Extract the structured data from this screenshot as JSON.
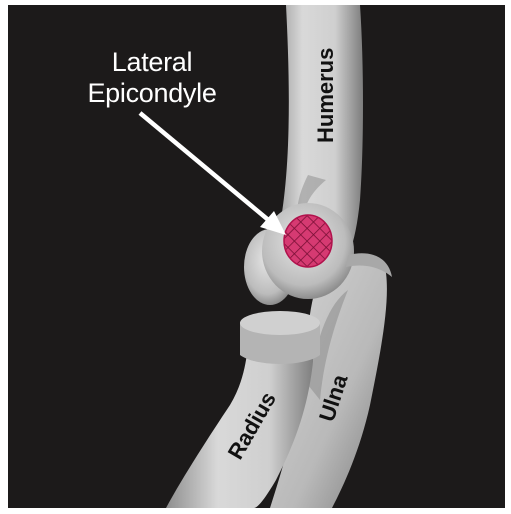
{
  "illustration": {
    "callout": {
      "line1": "Lateral",
      "line2": "Epicondyle"
    },
    "labels": {
      "humerus": "Humerus",
      "ulna": "Ulna",
      "radius": "Radius"
    },
    "colors": {
      "background": "#1c1a1a",
      "bone": "#c9c9c9",
      "highlight": "#c2185b",
      "arrow": "#ffffff"
    }
  }
}
